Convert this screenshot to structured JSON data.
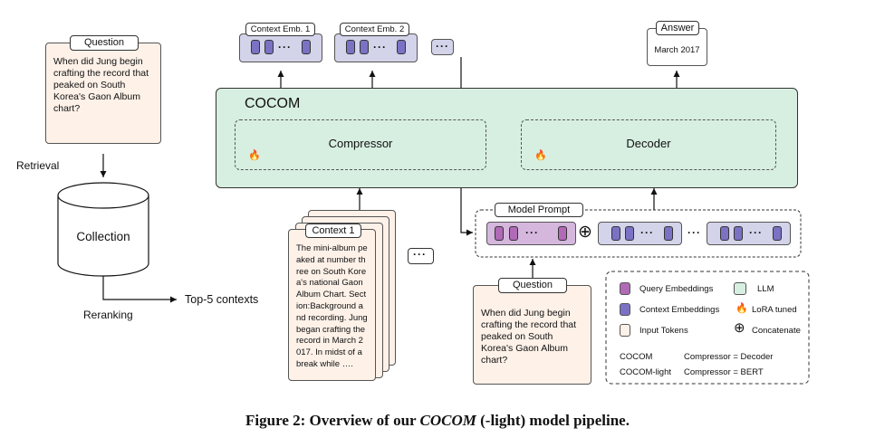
{
  "left": {
    "question_tag": "Question",
    "question_text": "When did Jung begin crafting the record that peaked on South Korea's Gaon Album chart?",
    "retrieval_label": "Retrieval",
    "collection_label": "Collection",
    "reranking_label": "Reranking",
    "top5_label": "Top-5 contexts"
  },
  "top": {
    "ctx_emb_1": "Context Emb. 1",
    "ctx_emb_2": "Context Emb. 2",
    "dots": "···",
    "answer_tag": "Answer",
    "answer_text": "March 2017"
  },
  "cocom": {
    "title": "COCOM",
    "compressor": "Compressor",
    "decoder": "Decoder",
    "fire_glyph": "🔥"
  },
  "context": {
    "tag": "Context 1",
    "text": "The mini-album peaked at number three on South Korea's national Gaon Album Chart. Section:Background and recording. Jung began crafting the record in March 2017. In midst of a break while ….",
    "dots": "···"
  },
  "prompt": {
    "tag": "Model Prompt",
    "concat": "⊕",
    "dots": "···"
  },
  "bottom_question": {
    "tag": "Question",
    "text": "When did Jung begin crafting the record that peaked on South Korea's Gaon Album chart?"
  },
  "legend": {
    "query_emb": "Query Embeddings",
    "llm": "LLM",
    "context_emb": "Context Embeddings",
    "lora": "LoRA tuned",
    "input_tokens": "Input Tokens",
    "concatenate": "Concatenate",
    "row1_a": "COCOM",
    "row1_b": "Compressor = Decoder",
    "row2_a": "COCOM-light",
    "row2_b": "Compressor = BERT"
  },
  "colors": {
    "llm_green": "#d7efe1",
    "query_purple": "#b06ab6",
    "context_purple": "#7b72c4",
    "input_peach": "#fdf1e8",
    "group_lavender": "#d3d3ea"
  },
  "caption": {
    "prefix": "Figure 2: Overview of our ",
    "emph": "COCOM",
    "suffix": " (-light) model pipeline."
  }
}
